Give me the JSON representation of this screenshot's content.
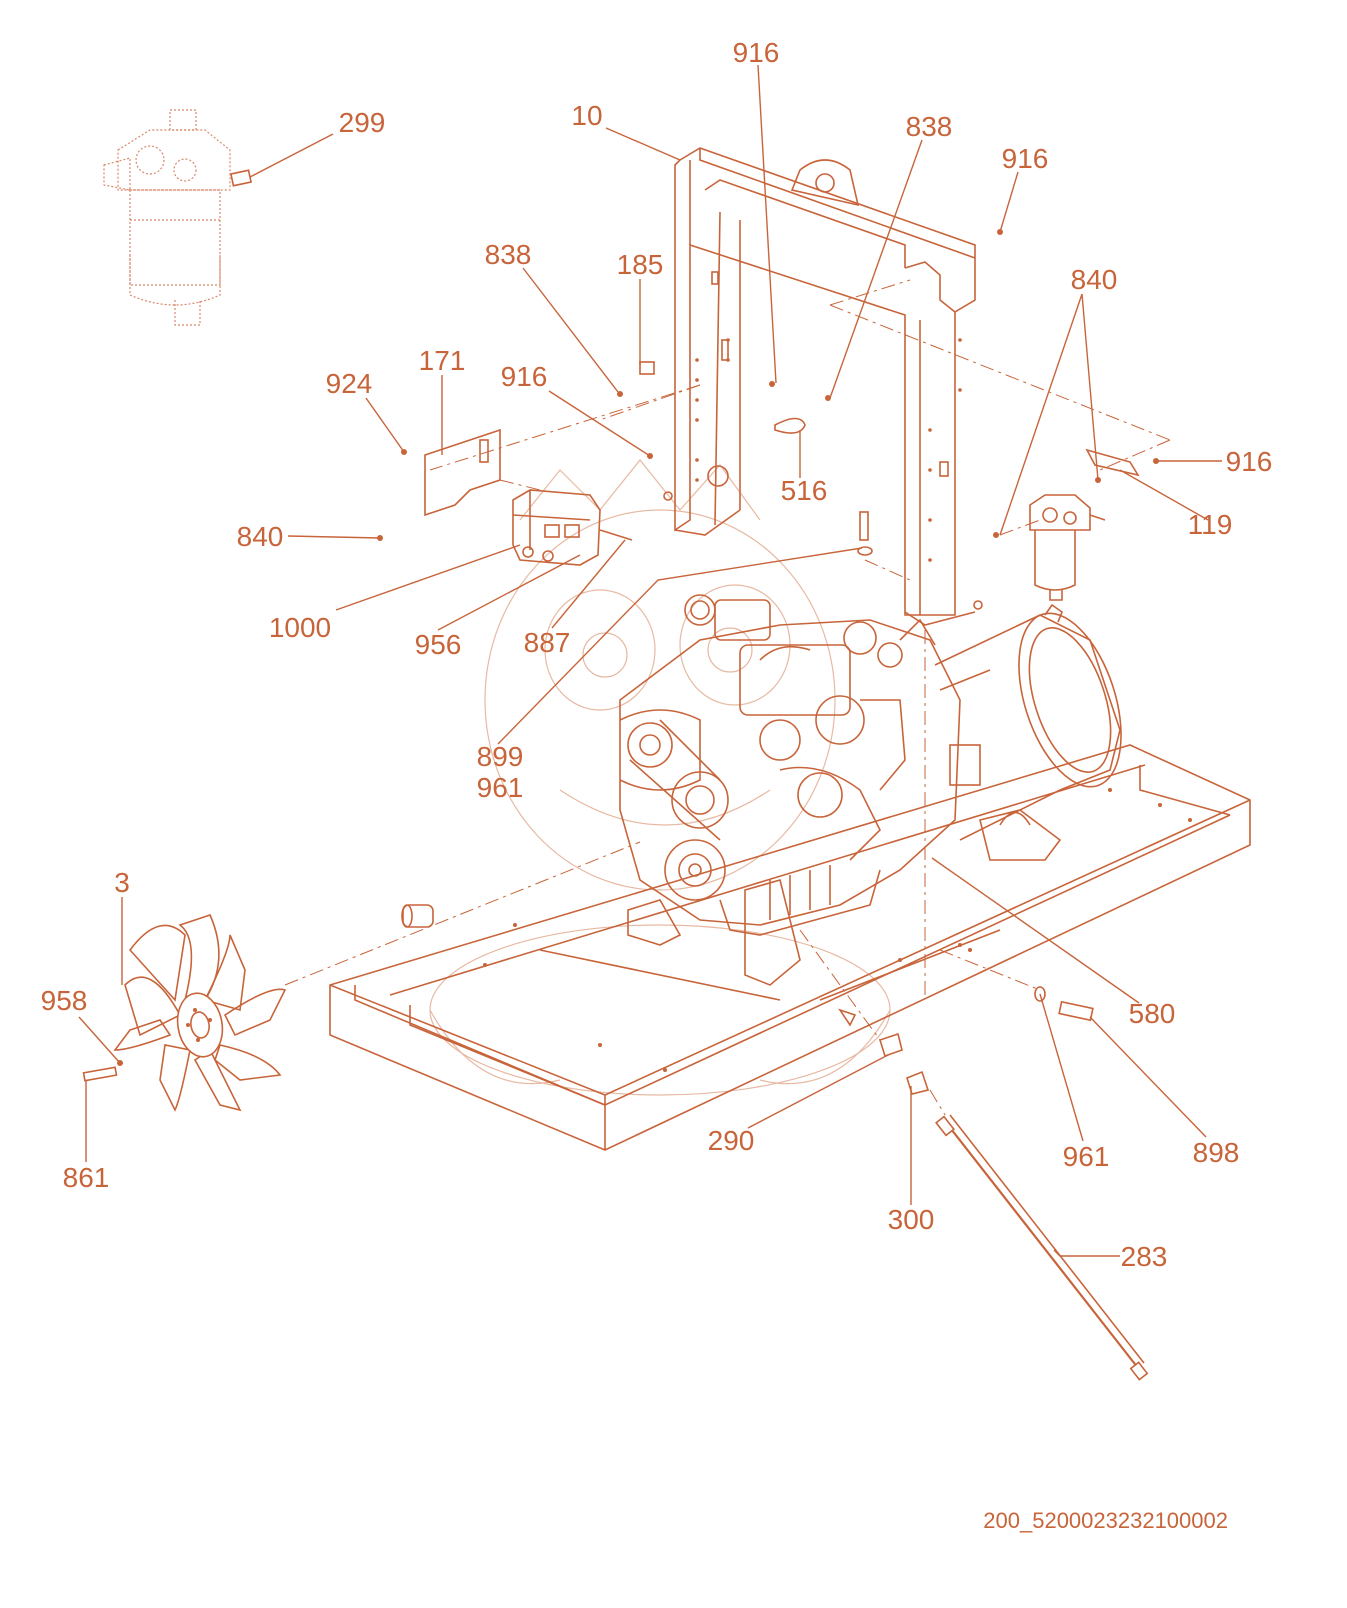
{
  "document_id": "200_5200023232100002",
  "colors": {
    "ink": "#c8643a",
    "faint": "#e7b9a3",
    "background": "#ffffff"
  },
  "labels": [
    "916",
    "10",
    "838",
    "916",
    "299",
    "838",
    "185",
    "840",
    "171",
    "924",
    "916",
    "516",
    "916",
    "119",
    "840",
    "1000",
    "956",
    "887",
    "899",
    "961",
    "3",
    "958",
    "861",
    "580",
    "290",
    "961",
    "898",
    "300",
    "283"
  ]
}
